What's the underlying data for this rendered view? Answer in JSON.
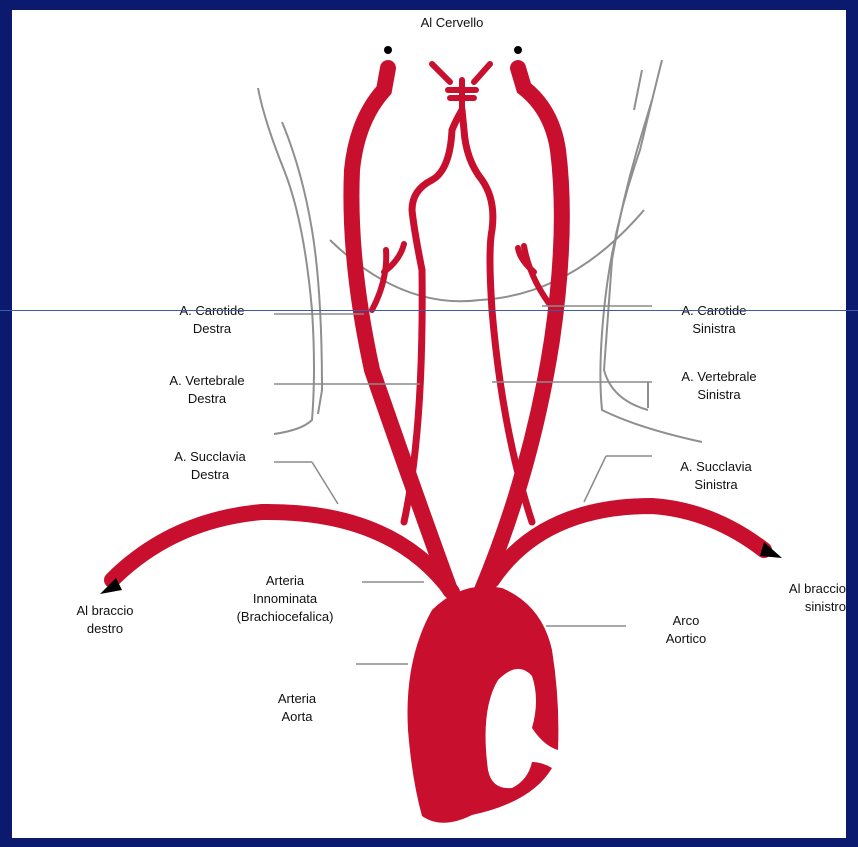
{
  "labels": {
    "to_brain": "Al Cervello",
    "right_carotid": "A. Carotide\nDestra",
    "left_carotid": "A. Carotide\nSinistra",
    "right_vertebral": "A. Vertebrale\nDestra",
    "left_vertebral": "A. Vertebrale\nSinistra",
    "right_subclavian": "A. Succlavia\nDestra",
    "left_subclavian": "A. Succlavia\nSinistra",
    "to_right_arm": "Al braccio\ndestro",
    "to_left_arm": "Al braccio\nsinistro",
    "innominate_artery": "Arteria\nInnominata\n(Brachiocefalica)",
    "aortic_arch": "Arco\nAortico",
    "aorta": "Arteria\nAorta"
  },
  "colors": {
    "artery": "#c8102e",
    "artery_dark": "#9e0b22",
    "leader_line": "#8a8a8a",
    "neck_outline": "#8f8f8f",
    "slide_background": "#0b1a6e"
  }
}
